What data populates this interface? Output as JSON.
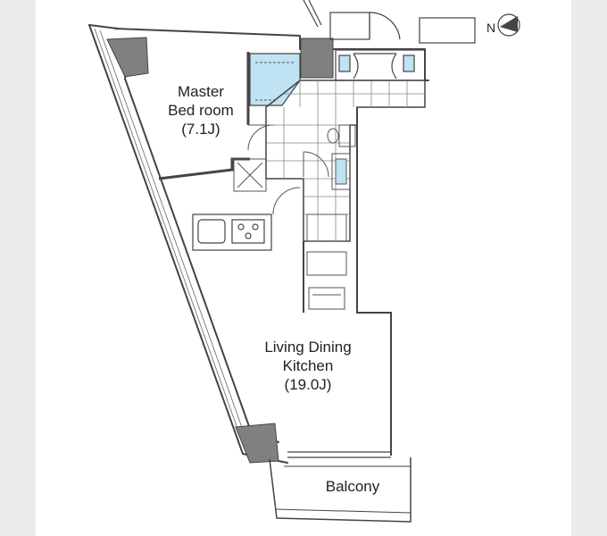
{
  "rooms": {
    "master_bedroom": {
      "line1": "Master",
      "line2": "Bed room",
      "size": "(7.1J)"
    },
    "living": {
      "line1": "Living Dining",
      "line2": "Kitchen",
      "size": "(19.0J)"
    },
    "balcony": {
      "label": "Balcony"
    }
  },
  "compass": {
    "label": "N"
  },
  "colors": {
    "wall": "#444444",
    "column": "#808080",
    "wet_area": "#bfe3f2",
    "tile": "#888888"
  }
}
